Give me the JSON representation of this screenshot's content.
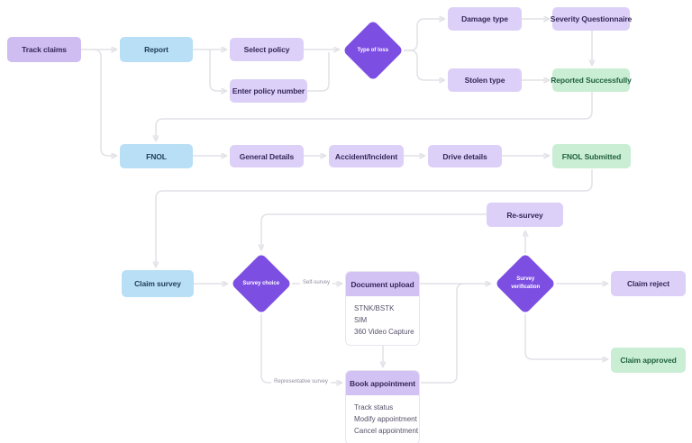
{
  "diagram": {
    "nodes": {
      "track_claims": {
        "label": "Track claims"
      },
      "report": {
        "label": "Report"
      },
      "select_policy": {
        "label": "Select policy"
      },
      "enter_policy_number": {
        "label": "Enter policy number"
      },
      "type_of_loss": {
        "label": "Type of loss"
      },
      "damage_type": {
        "label": "Damage type"
      },
      "severity_questionnaire": {
        "label": "Severity Questionnaire"
      },
      "stolen_type": {
        "label": "Stolen type"
      },
      "reported_successfully": {
        "label": "Reported Successfully"
      },
      "fnol": {
        "label": "FNOL"
      },
      "general_details": {
        "label": "General Details"
      },
      "accident_incident": {
        "label": "Accident/Incident"
      },
      "drive_details": {
        "label": "Drive details"
      },
      "fnol_submitted": {
        "label": "FNOL Submitted"
      },
      "claim_survey": {
        "label": "Claim survey"
      },
      "survey_choice": {
        "label": "Survey choice"
      },
      "re_survey": {
        "label": "Re-survey"
      },
      "survey_verification": {
        "label": "Survey verification"
      },
      "claim_reject": {
        "label": "Claim reject"
      },
      "claim_approved": {
        "label": "Claim approved"
      },
      "document_upload": {
        "title": "Document upload",
        "items": [
          "STNK/BSTK",
          "SIM",
          "360 Video Capture"
        ]
      },
      "book_appointment": {
        "title": "Book appointment",
        "items": [
          "Track status",
          "Modify appointment",
          "Cancel appointment"
        ]
      }
    },
    "edge_labels": {
      "self_survey": "Self-survey",
      "representative_survey": "Representative survey"
    },
    "colors": {
      "box_lavender": "#dcd0f8",
      "box_lavender_dark": "#cfbcf0",
      "box_blue": "#b9dff6",
      "box_green": "#c9eed4",
      "diamond_purple": "#7d4ee2",
      "connector_gray": "#e2e1e7"
    }
  }
}
